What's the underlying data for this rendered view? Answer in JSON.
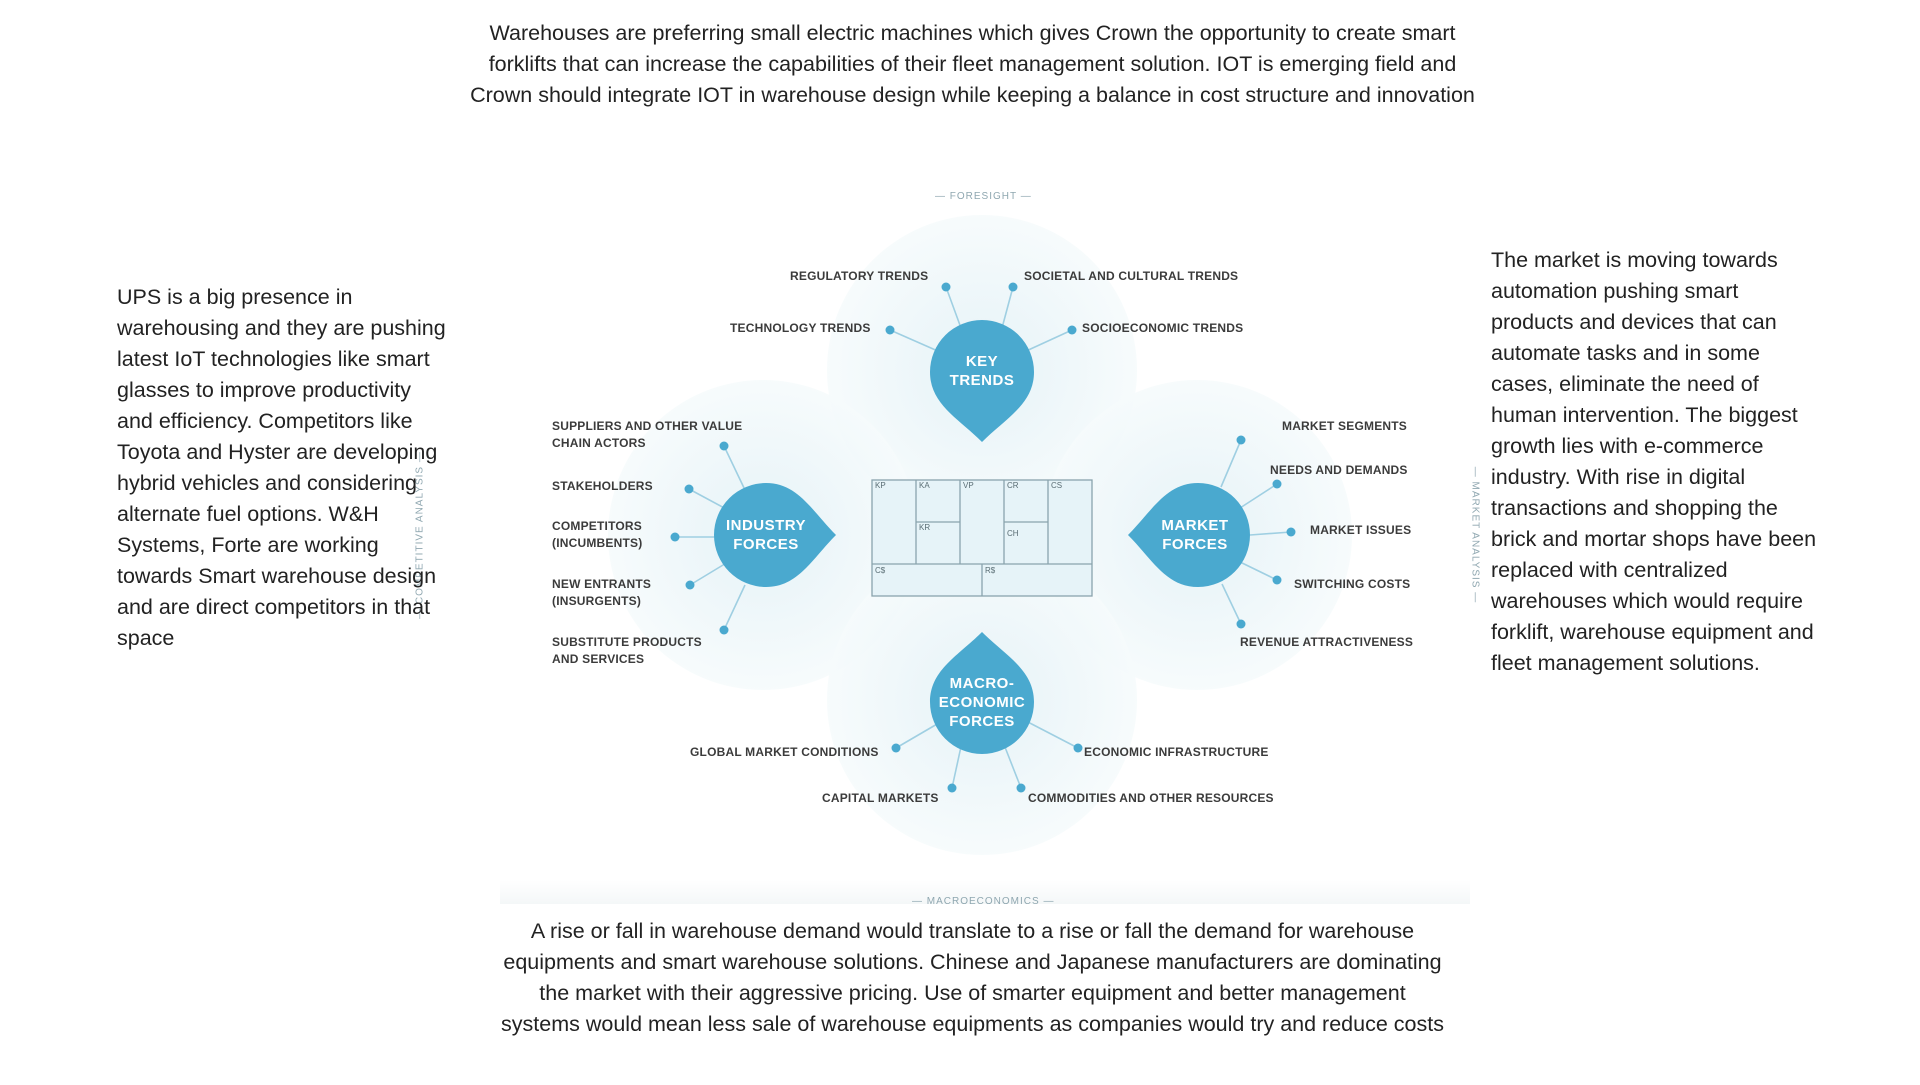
{
  "paragraphs": {
    "top": "Warehouses are preferring small electric machines which gives Crown the opportunity to create smart forklifts that can increase the capabilities of their fleet management solution. IOT is emerging field and Crown should integrate IOT in warehouse design while keeping a balance in cost structure and innovation",
    "left": "UPS is a big presence in warehousing and they are pushing latest IoT technologies like smart glasses to improve productivity and efficiency. Competitors like Toyota and Hyster are developing hybrid vehicles and considering alternate fuel options. W&H Systems, Forte are working towards Smart warehouse design and are direct competitors in that space",
    "right": "The market is moving towards automation pushing smart products and devices that can automate tasks and in some cases, eliminate the need of human intervention. The biggest growth lies with e-commerce industry. With rise in digital transactions and shopping the brick and mortar shops have been replaced with centralized warehouses which would require forklift, warehouse equipment and fleet management solutions.",
    "bottom": "A rise or fall in warehouse demand would translate to a rise or fall the demand for warehouse equipments and smart warehouse solutions. Chinese and Japanese manufacturers are dominating the market with their aggressive pricing. Use of smarter equipment and better management systems would mean less sale of warehouse equipments as companies would try and reduce costs"
  },
  "diagram": {
    "edge_labels": {
      "top": "— FORESIGHT —",
      "bottom": "— MACROECONOMICS —",
      "left": "— COMPETITIVE ANALYSIS —",
      "right": "— MARKET ANALYSIS —"
    },
    "hubs": {
      "key_trends": "KEY TRENDS",
      "industry_forces": "INDUSTRY FORCES",
      "market_forces": "MARKET FORCES",
      "macro_forces": "MACRO-ECONOMIC FORCES"
    },
    "key_trends": {
      "regulatory": "REGULATORY TRENDS",
      "societal": "SOCIETAL AND CULTURAL TRENDS",
      "technology": "TECHNOLOGY TRENDS",
      "socioeconomic": "SOCIOECONOMIC TRENDS"
    },
    "industry_forces": {
      "suppliers": "SUPPLIERS AND OTHER VALUE CHAIN ACTORS",
      "stakeholders": "STAKEHOLDERS",
      "competitors": "COMPETITORS (INCUMBENTS)",
      "new_entrants": "NEW ENTRANTS (INSURGENTS)",
      "substitutes": "SUBSTITUTE PRODUCTS AND SERVICES"
    },
    "market_forces": {
      "segments": "MARKET SEGMENTS",
      "needs": "NEEDS AND DEMANDS",
      "issues": "MARKET ISSUES",
      "switching": "SWITCHING COSTS",
      "revenue": "REVENUE ATTRACTIVENESS"
    },
    "macro_forces": {
      "global": "GLOBAL MARKET CONDITIONS",
      "infrastructure": "ECONOMIC INFRASTRUCTURE",
      "capital": "CAPITAL MARKETS",
      "commodities": "COMMODITIES AND OTHER RESOURCES"
    },
    "canvas_cells": {
      "kp": "KP",
      "ka": "KA",
      "vp": "VP",
      "cr": "CR",
      "cs": "CS",
      "kr": "KR",
      "ch": "CH",
      "c": "C$",
      "r": "R$"
    },
    "colors": {
      "hub": "#4aa9cf",
      "dot": "#4aa9cf",
      "halo": "#eef6f9",
      "line": "#9fcfe2",
      "canvas_fill": "#e6f3f8",
      "canvas_stroke": "#8aa3ad"
    }
  }
}
